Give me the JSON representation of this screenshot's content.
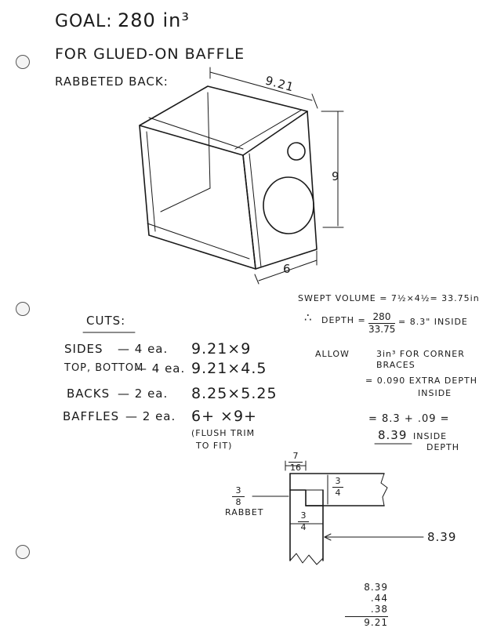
{
  "header": {
    "goal": "GOAL:",
    "goal_value": "280 in³",
    "subtitle1": "FOR GLUED-ON BAFFLE",
    "subtitle2": "RABBETED BACK:"
  },
  "box_sketch": {
    "width_label": "9.21",
    "height_label": "9",
    "depth_label": "6"
  },
  "calculations": {
    "swept_volume": "SWEPT VOLUME = 7½×4½= 33.75in³",
    "therefore": "∴",
    "depth_label": "DEPTH =",
    "depth_num": "280",
    "depth_den": "33.75",
    "depth_result": "= 8.3\" INSIDE",
    "allow": "ALLOW",
    "allow_text1": "3in³ FOR CORNER",
    "allow_text2": "BRACES",
    "extra1": "= 0.090 EXTRA DEPTH",
    "extra2": "INSIDE",
    "sum1": "= 8.3 + .09 =",
    "sum_result": "8.39",
    "sum_inside": "INSIDE",
    "sum_depth": "DEPTH"
  },
  "cuts": {
    "title": "CUTS:",
    "rows": [
      {
        "part": "SIDES",
        "qty": "— 4 ea.",
        "dims": "9.21×9"
      },
      {
        "part": "TOP, BOTTOM",
        "qty": "— 4 ea.",
        "dims": "9.21×4.5"
      },
      {
        "part": "BACKS",
        "qty": "— 2 ea.",
        "dims": "8.25×5.25"
      },
      {
        "part": "BAFFLES",
        "qty": "— 2 ea.",
        "dims": "6+ ×9+"
      }
    ],
    "note1": "(FLUSH TRIM",
    "note2": "TO FIT)"
  },
  "joint_detail": {
    "top_frac_num": "7",
    "top_frac_den": "16",
    "right_frac_num": "3",
    "right_frac_den": "4",
    "left_frac_num": "3",
    "left_frac_den": "8",
    "rabbet": "RABBET",
    "bottom_frac_num": "3",
    "bottom_frac_den": "4",
    "depth_call": "8.39"
  },
  "addition": {
    "lines": [
      "8.39",
      ".44",
      ".38"
    ],
    "total": "9.21"
  }
}
